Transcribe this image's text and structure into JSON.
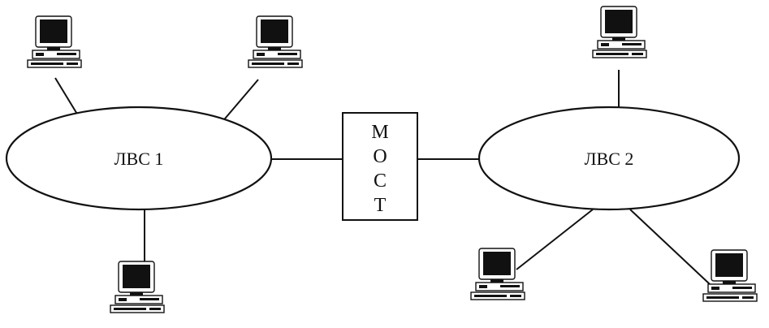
{
  "diagram": {
    "lan1": {
      "label": "ЛВС 1"
    },
    "lan2": {
      "label": "ЛВС 2"
    },
    "bridge": {
      "letters": [
        "М",
        "О",
        "С",
        "Т"
      ]
    },
    "computers": [
      {
        "id": "pc-lan1-top-left",
        "network": "lan1"
      },
      {
        "id": "pc-lan1-top-right",
        "network": "lan1"
      },
      {
        "id": "pc-lan1-bottom",
        "network": "lan1"
      },
      {
        "id": "pc-lan2-top",
        "network": "lan2"
      },
      {
        "id": "pc-lan2-bottom-left",
        "network": "lan2"
      },
      {
        "id": "pc-lan2-bottom-right",
        "network": "lan2"
      }
    ],
    "colors": {
      "ink": "#111111",
      "background": "#ffffff"
    }
  }
}
